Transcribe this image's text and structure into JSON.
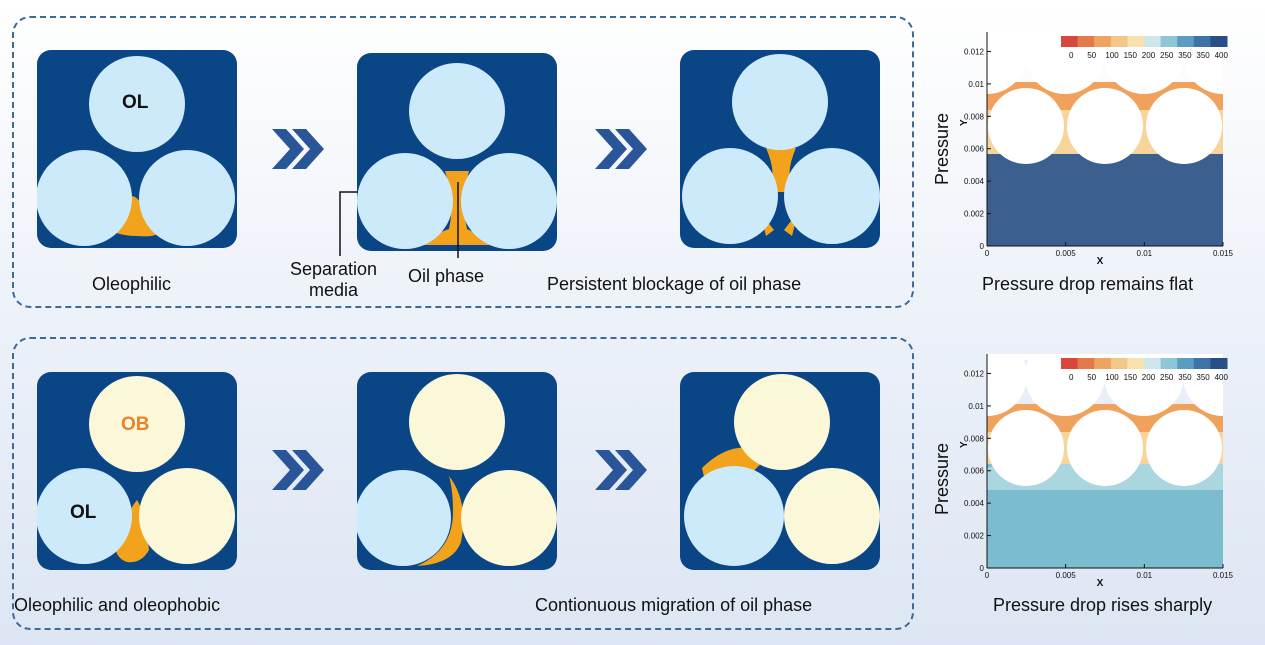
{
  "top_panel": {
    "case_label": "Oleophilic",
    "sphere_label": "OL",
    "separation_label_line1": "Separation",
    "separation_label_line2": "media",
    "oil_label": "Oil phase",
    "result_label": "Persistent blockage of oil phase"
  },
  "bottom_panel": {
    "case_label": "Oleophilic and oleophobic",
    "sphere_top_label": "OB",
    "sphere_left_label": "OL",
    "result_label": "Contionuous migration of oil phase"
  },
  "colors": {
    "tile_bg": "#0a4586",
    "oleophilic": "#cdeafa",
    "oleophobic": "#fbf7d9",
    "oil": "#f2a31b",
    "ob_text": "#e8832a",
    "arrow": "#2a5599"
  },
  "plots": [
    {
      "caption": "Pressure drop remains flat",
      "y_title": "Pressure",
      "x_axis_label": "X",
      "y_axis_label": "Y",
      "x_ticks": [
        "0",
        "0.005",
        "0.01",
        "0.015"
      ],
      "y_ticks": [
        "0",
        "0.002",
        "0.004",
        "0.006",
        "0.008",
        "0.01",
        "0.012"
      ],
      "colorbar_ticks": [
        "0",
        "50",
        "100",
        "150",
        "200",
        "250",
        "350",
        "350",
        "400"
      ]
    },
    {
      "caption": "Pressure drop rises sharply",
      "y_title": "Pressure",
      "x_axis_label": "X",
      "y_axis_label": "Y",
      "x_ticks": [
        "0",
        "0.005",
        "0.01",
        "0.015"
      ],
      "y_ticks": [
        "0",
        "0.002",
        "0.004",
        "0.006",
        "0.008",
        "0.01",
        "0.012"
      ],
      "colorbar_ticks": [
        "0",
        "50",
        "100",
        "150",
        "200",
        "250",
        "350",
        "350",
        "400"
      ]
    }
  ]
}
